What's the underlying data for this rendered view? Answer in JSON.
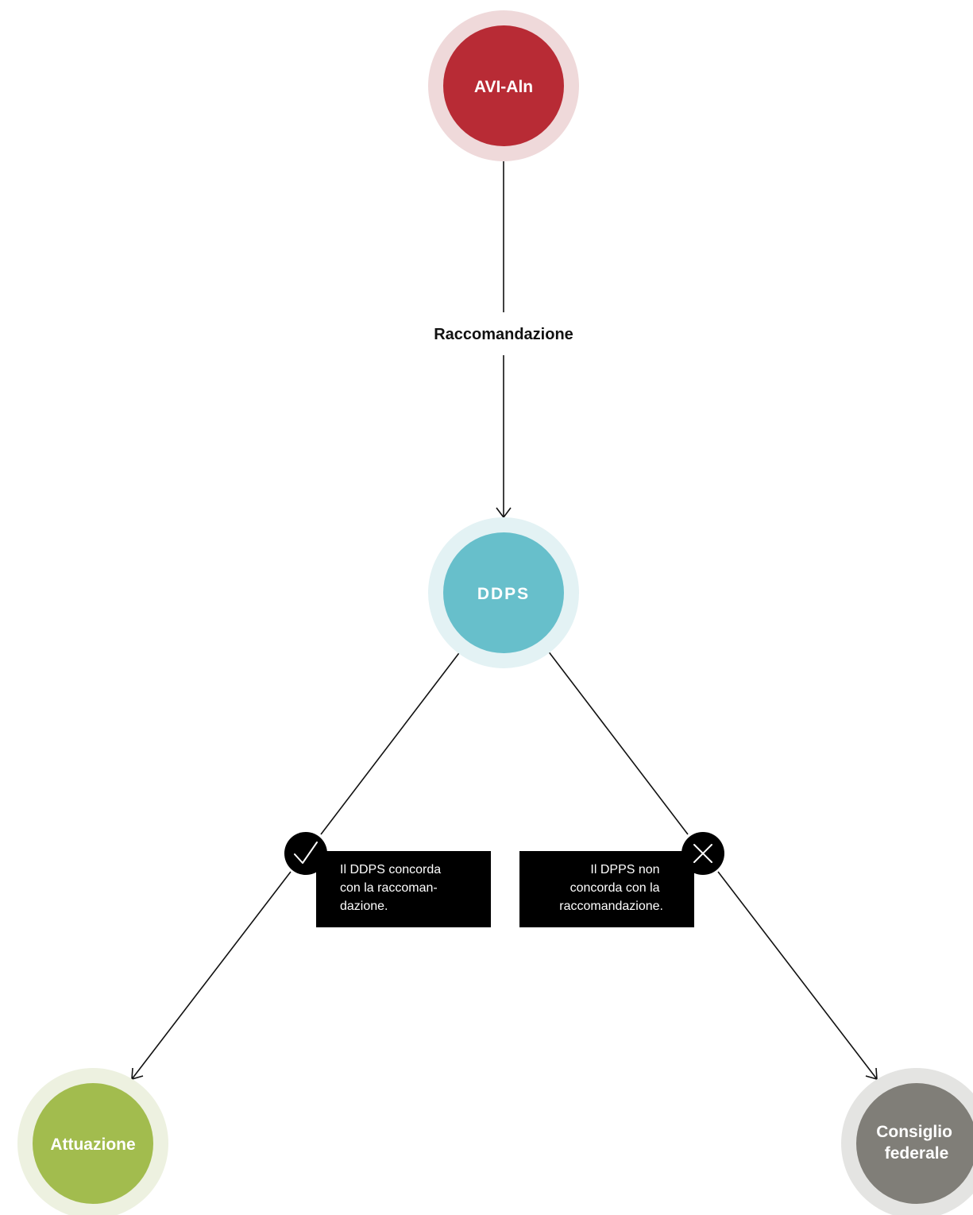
{
  "colors": {
    "avi_fill": "#b82b35",
    "avi_halo": "#efd9da",
    "ddps_fill": "#67bfcb",
    "ddps_halo": "#e3f2f4",
    "attuazione_fill": "#a2bc4e",
    "attuazione_halo": "#edf1e0",
    "consiglio_fill": "#807e78",
    "consiglio_halo": "#e4e4e2",
    "line": "#111111",
    "box_background": "#000000"
  },
  "nodes": {
    "avi": {
      "label": "AVI-Aln"
    },
    "ddps": {
      "label": "DDPS"
    },
    "attuazione": {
      "label": "Attuazione"
    },
    "consiglio": {
      "label_line1": "Consiglio",
      "label_line2": "federale"
    }
  },
  "edges": {
    "recommendation_label": "Raccomandazione"
  },
  "decisions": {
    "agree": {
      "icon": "check-icon",
      "text_lines": [
        "Il DDPS concorda",
        "con la raccoman-",
        "dazione."
      ]
    },
    "disagree": {
      "icon": "cross-icon",
      "text_lines": [
        "Il DPPS non",
        "concorda con la",
        "raccomandazione."
      ]
    }
  }
}
